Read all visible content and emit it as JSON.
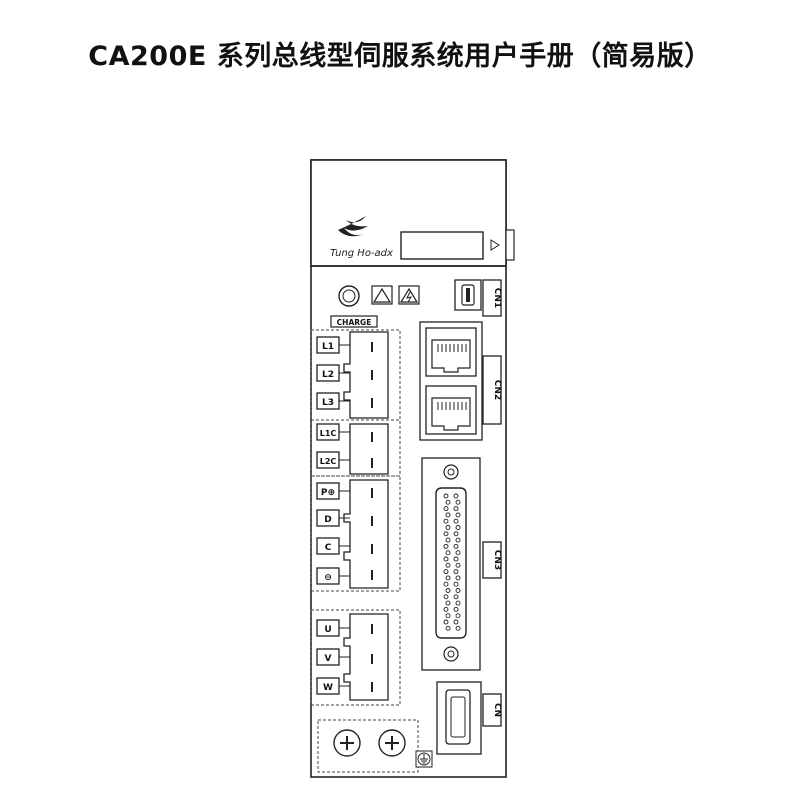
{
  "page": {
    "title": "CA200E 系列总线型伺服系统用户手册（简易版）"
  },
  "panel": {
    "brand": "Tung Ho-adx",
    "charge_label": "CHARGE",
    "terminals": [
      {
        "label": "L1"
      },
      {
        "label": "L2"
      },
      {
        "label": "L3"
      },
      {
        "label": "L1C"
      },
      {
        "label": "L2C"
      },
      {
        "label": "P⊕"
      },
      {
        "label": "D"
      },
      {
        "label": "C"
      },
      {
        "label": "⊖"
      },
      {
        "label": "U"
      },
      {
        "label": "V"
      },
      {
        "label": "W"
      }
    ],
    "connectors": [
      {
        "label": "CN1"
      },
      {
        "label": "CN2"
      },
      {
        "label": "CN3"
      },
      {
        "label": "CN"
      }
    ]
  },
  "icons": [
    "power-led-icon",
    "warning-triangle-icon",
    "high-voltage-icon",
    "ground-icon",
    "screw-icon"
  ]
}
